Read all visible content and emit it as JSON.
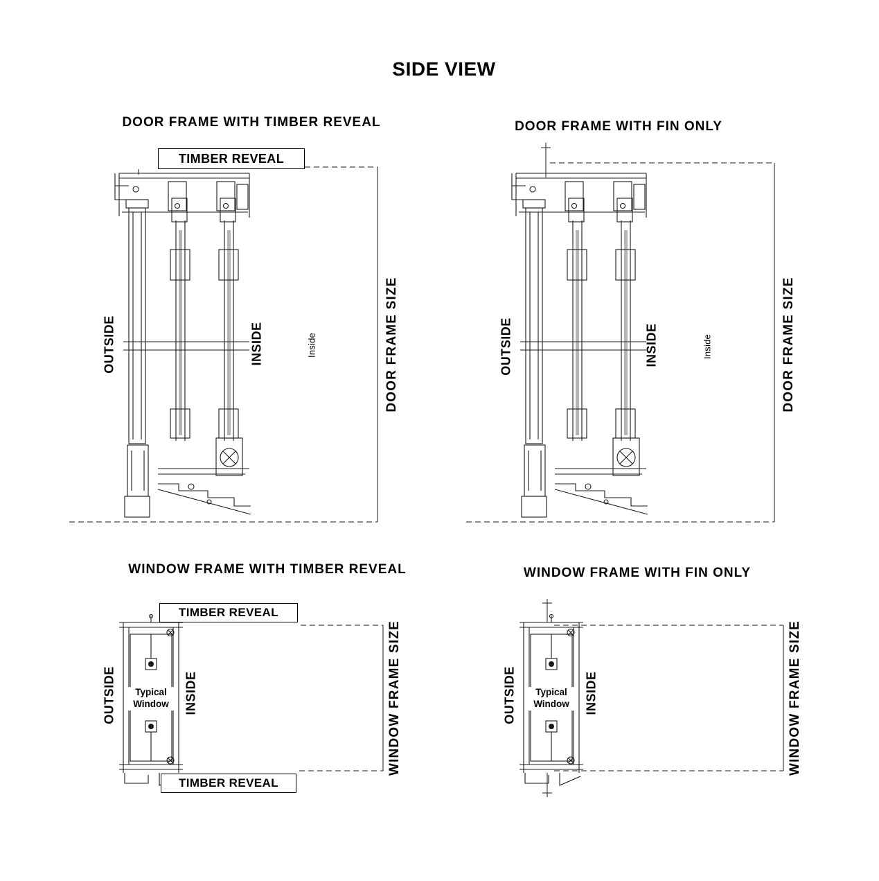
{
  "title": "SIDE VIEW",
  "panels": {
    "door_timber": {
      "heading": "DOOR FRAME WITH TIMBER REVEAL",
      "timber_reveal": "TIMBER REVEAL",
      "outside": "OUTSIDE",
      "inside": "INSIDE",
      "inside_note": "Inside",
      "frame_size": "DOOR FRAME SIZE"
    },
    "door_fin": {
      "heading": "DOOR FRAME WITH FIN ONLY",
      "outside": "OUTSIDE",
      "inside": "INSIDE",
      "inside_note": "Inside",
      "frame_size": "DOOR FRAME SIZE"
    },
    "window_timber": {
      "heading": "WINDOW FRAME WITH TIMBER REVEAL",
      "timber_reveal_top": "TIMBER REVEAL",
      "timber_reveal_bottom": "TIMBER REVEAL",
      "outside": "OUTSIDE",
      "inside": "INSIDE",
      "typical_window": "Typical Window",
      "frame_size": "WINDOW FRAME SIZE"
    },
    "window_fin": {
      "heading": "WINDOW FRAME WITH FIN ONLY",
      "outside": "OUTSIDE",
      "inside": "INSIDE",
      "typical_window": "Typical Window",
      "frame_size": "WINDOW FRAME SIZE"
    }
  },
  "colors": {
    "line": "#1a1a1a",
    "glass": "#b5b5b5",
    "background": "#ffffff"
  }
}
